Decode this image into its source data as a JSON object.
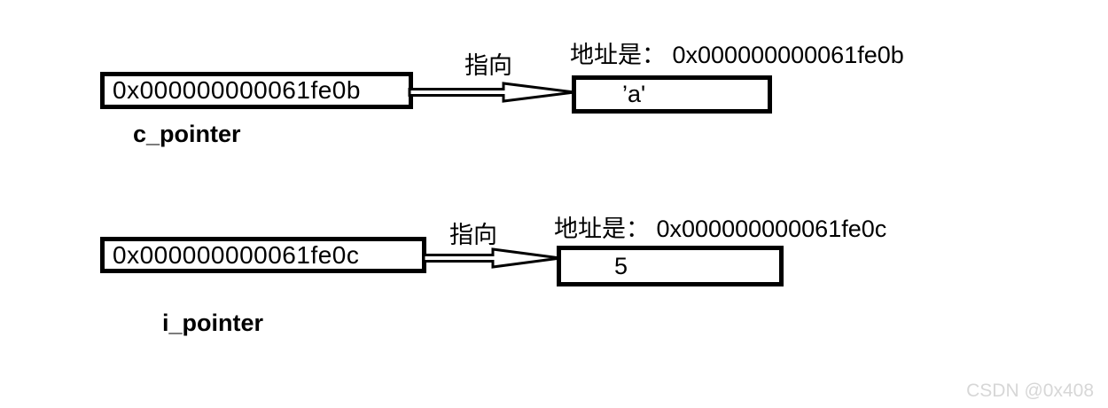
{
  "diagram": {
    "rows": [
      {
        "pointer_value": "0x000000000061fe0b",
        "pointer_name": "c_pointer",
        "arrow_label": "指向",
        "address_text": "地址是： 0x000000000061fe0b",
        "cell_value": "’a'"
      },
      {
        "pointer_value": "0x000000000061fe0c",
        "pointer_name": "i_pointer",
        "arrow_label": "指向",
        "address_text": "地址是： 0x000000000061fe0c",
        "cell_value": "5"
      }
    ]
  },
  "watermark": "CSDN @0x408",
  "colors": {
    "ink": "#000000",
    "background": "#ffffff",
    "watermark": "#d7d7d7"
  }
}
